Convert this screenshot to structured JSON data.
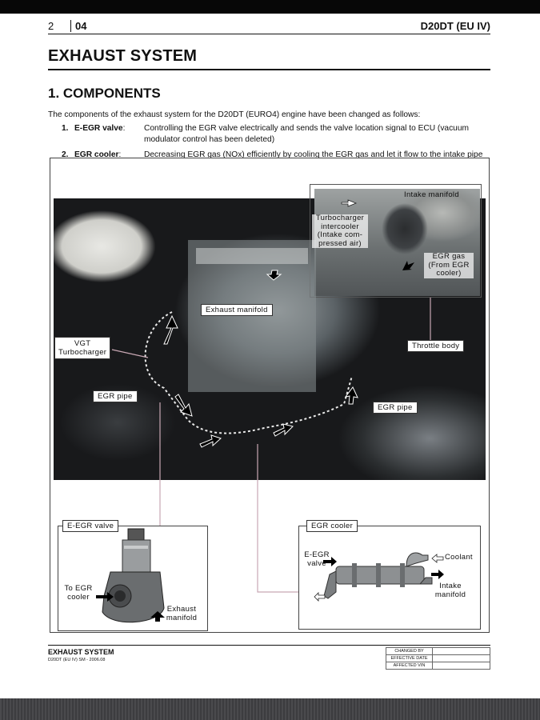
{
  "header": {
    "page_number": "2",
    "section_code": "04",
    "model": "D20DT (EU IV)"
  },
  "title": "EXHAUST SYSTEM",
  "section": {
    "heading": "1. COMPONENTS",
    "intro": "The components of the exhaust system for the D20DT (EURO4) engine have been changed as follows:",
    "items": [
      {
        "number": "1.",
        "name": "E-EGR valve",
        "separator": ":",
        "description_line1": "Controlling the EGR valve electrically and sends the valve location signal to ECU (vacuum",
        "description_line2": "modulator control has been deleted)"
      },
      {
        "number": "2.",
        "name": "EGR cooler",
        "separator": ":",
        "description_line1": "Decreasing EGR gas (NOx) efficiently by cooling the EGR gas and let it flow to the intake pipe"
      }
    ]
  },
  "figure": {
    "inset": {
      "intake_manifold": "Intake manifold",
      "turbo_line1": "Turbocharger",
      "turbo_line2": "intercooler",
      "turbo_line3": "(Intake com-",
      "turbo_line4": "pressed air)",
      "egr_gas_line1": "EGR gas",
      "egr_gas_line2": "(From EGR",
      "egr_gas_line3": "cooler)"
    },
    "labels": {
      "exhaust_manifold": "Exhaust manifold",
      "vgt_line1": "VGT",
      "vgt_line2": "Turbocharger",
      "throttle_body": "Throttle body",
      "egr_pipe_left": "EGR pipe",
      "egr_pipe_right": "EGR pipe"
    },
    "egr_valve_box": {
      "title": "E-EGR valve",
      "to_egr_line1": "To EGR",
      "to_egr_line2": "cooler",
      "exhaust_line1": "Exhaust",
      "exhaust_line2": "manifold"
    },
    "egr_cooler_box": {
      "title": "EGR cooler",
      "valve_line1": "E-EGR",
      "valve_line2": "valve",
      "coolant": "Coolant",
      "intake_line1": "Intake",
      "intake_line2": "manifold"
    }
  },
  "footer": {
    "title": "EXHAUST SYSTEM",
    "subtitle": "D20DT (EU IV) SM - 2006.08",
    "table": [
      {
        "key": "CHANGED BY",
        "value": ""
      },
      {
        "key": "EFFECTIVE DATE",
        "value": ""
      },
      {
        "key": "AFFECTED VIN",
        "value": ""
      }
    ]
  },
  "colors": {
    "page": "#ffffff",
    "leader_line": "#c8a8b4",
    "arrow": "#000000"
  }
}
